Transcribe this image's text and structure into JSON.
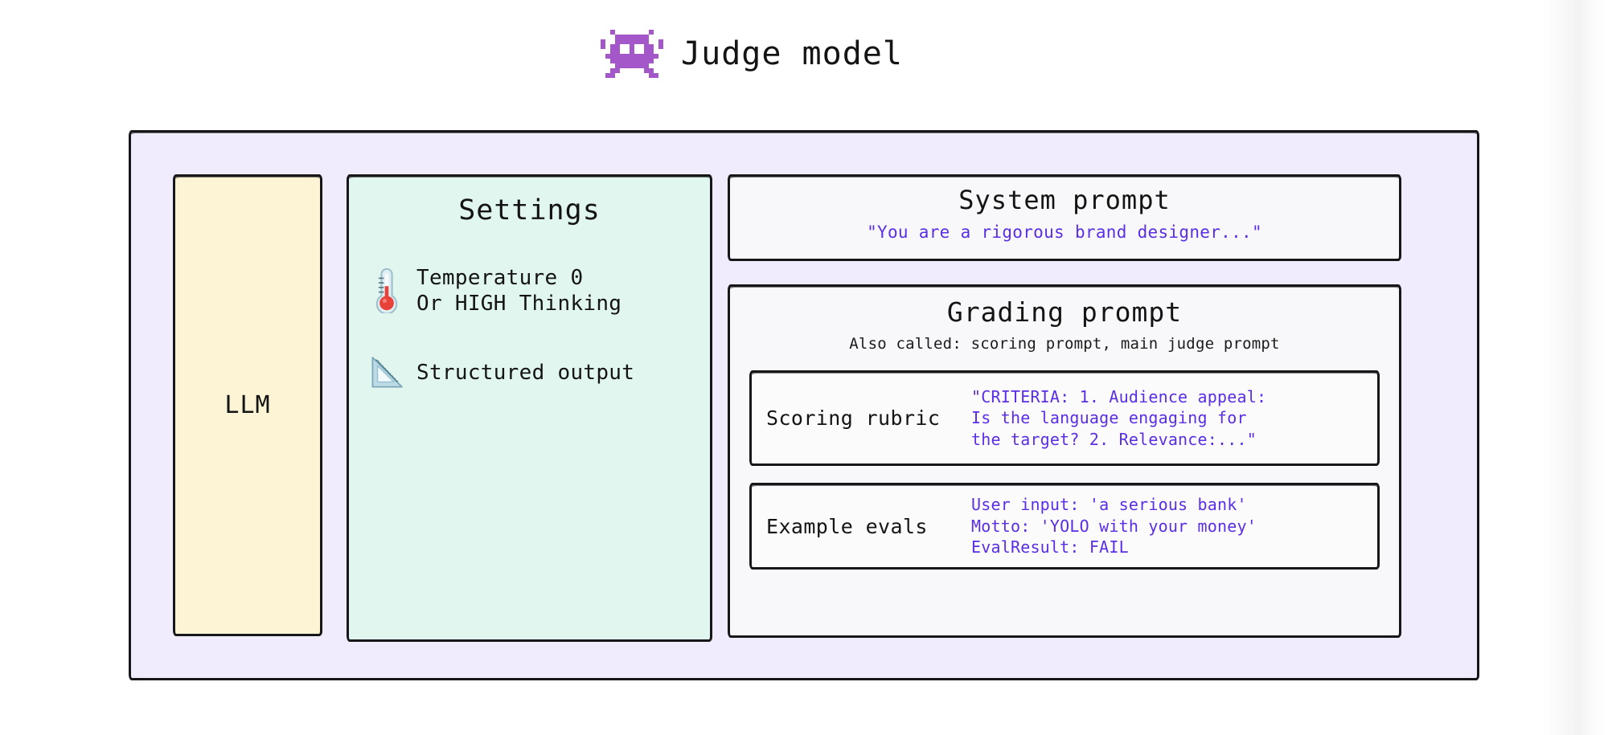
{
  "header": {
    "icon": "alien-monster-icon",
    "title": "Judge model"
  },
  "llm": {
    "label": "LLM"
  },
  "settings": {
    "title": "Settings",
    "items": [
      {
        "icon": "thermometer-icon",
        "text": "Temperature 0\nOr HIGH Thinking"
      },
      {
        "icon": "triangular-ruler-icon",
        "text": "Structured output"
      }
    ]
  },
  "system_prompt": {
    "title": "System prompt",
    "quote": "\"You are a rigorous brand designer...\""
  },
  "grading_prompt": {
    "title": "Grading prompt",
    "subtitle": "Also called: scoring prompt, main judge prompt",
    "cards": [
      {
        "label": "Scoring rubric",
        "body": "\"CRITERIA: 1. Audience appeal:\nIs the language engaging for\nthe target? 2. Relevance:...\""
      },
      {
        "label": "Example evals",
        "body": "User input: 'a serious bank'\nMotto: 'YOLO with your money'\nEvalResult: FAIL"
      }
    ]
  },
  "colors": {
    "page_background": "#ffffff",
    "container_background": "#f0ecfd",
    "llm_background": "#fcf4d4",
    "settings_background": "#e1f6ef",
    "panel_background": "#f8f8fa",
    "ink": "#17171a",
    "prompt_text": "#5a2ee6",
    "alien": "#9b4fc4"
  }
}
